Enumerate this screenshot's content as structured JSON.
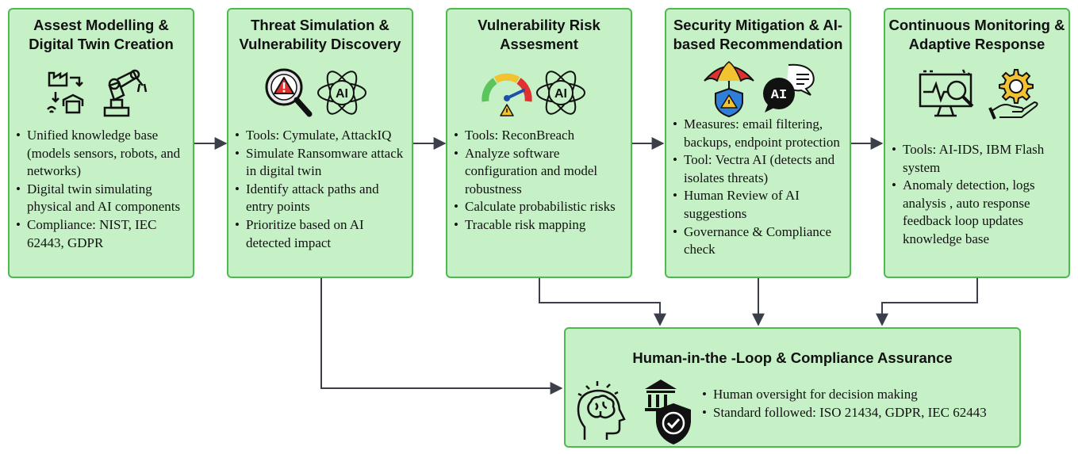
{
  "stages": [
    {
      "title": "Assest Modelling  &\nDigital Twin Creation",
      "icons": [
        "factory-network-icon",
        "robot-arm-icon"
      ],
      "bullets": [
        "Unified knowledge base (models sensors, robots, and networks)",
        "Digital twin simulating physical and AI components",
        "Compliance: NIST, IEC 62443, GDPR"
      ]
    },
    {
      "title": "Threat Simulation &\nVulnerability Discovery",
      "icons": [
        "magnifier-warning-icon",
        "ai-atom-icon"
      ],
      "bullets": [
        "Tools: Cymulate, AttackIQ",
        "Simulate Ransomware attack in digital twin",
        "Identify attack paths and entry points",
        "Prioritize based on AI detected impact"
      ]
    },
    {
      "title": "Vulnerability Risk\nAssesment",
      "icons": [
        "risk-gauge-icon",
        "ai-atom-icon"
      ],
      "bullets": [
        "Tools: ReconBreach",
        "Analyze  software configuration and model robustness",
        "Calculate probabilistic risks",
        "Tracable risk mapping"
      ]
    },
    {
      "title": "Security Mitigation  & AI-\nbased Recommendation",
      "icons": [
        "umbrella-shield-icon",
        "ai-chat-icon"
      ],
      "bullets": [
        "Measures: email filtering, backups, endpoint protection",
        "Tool: Vectra AI (detects and isolates threats)",
        "Human Review of AI suggestions",
        "Governance & Compliance check"
      ]
    },
    {
      "title": "Continuous Monitoring &\nAdaptive Response",
      "icons": [
        "monitor-scan-icon",
        "hand-gear-icon"
      ],
      "bullets": [
        "Tools: AI-IDS, IBM Flash system",
        "Anomaly detection, logs analysis , auto response feedback loop updates knowledge base"
      ]
    }
  ],
  "hitl": {
    "title": "Human-in-the -Loop & Compliance Assurance",
    "icons": [
      "human-brain-icon",
      "institution-shield-icon"
    ],
    "bullets": [
      "Human oversight for decision making",
      "Standard followed: ISO 21434, GDPR, IEC 62443"
    ]
  },
  "colors": {
    "box_fill": "#c6f1c6",
    "box_border": "#4fb84f",
    "arrow": "#3a3f4a",
    "warning_red": "#e03131",
    "shield_blue": "#2f7fd8",
    "warning_yellow": "#f2c230"
  }
}
